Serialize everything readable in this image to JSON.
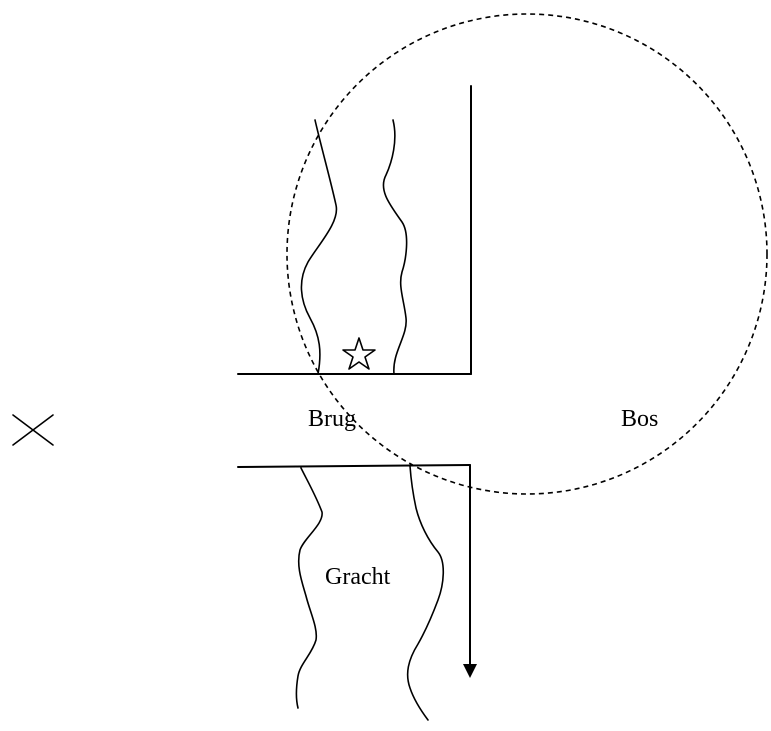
{
  "labels": {
    "bridge": "Brug",
    "forest": "Bos",
    "canal": "Gracht"
  },
  "markers": {
    "cross": "cross-mark",
    "star": "star-mark"
  },
  "colors": {
    "ink": "#000000",
    "background": "#ffffff"
  }
}
